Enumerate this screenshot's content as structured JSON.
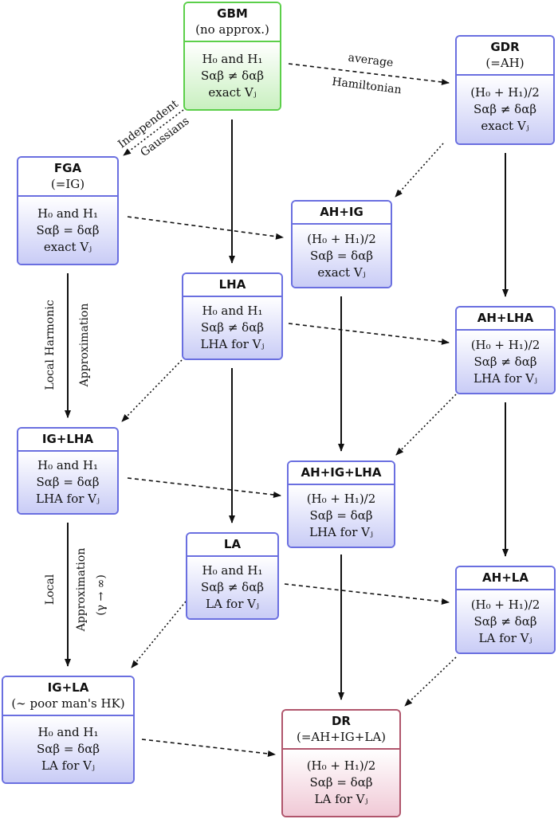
{
  "boxes": {
    "gbm": {
      "title": "GBM",
      "sub": "(no approx.)",
      "l1": "H₀ and H₁",
      "l2": "Sαβ ≠ δαβ",
      "l3": "exact Vⱼ"
    },
    "gdr": {
      "title": "GDR",
      "sub": "(=AH)",
      "l1": "(H₀ + H₁)/2",
      "l2": "Sαβ ≠ δαβ",
      "l3": "exact Vⱼ"
    },
    "fga": {
      "title": "FGA",
      "sub": "(=IG)",
      "l1": "H₀ and H₁",
      "l2": "Sαβ = δαβ",
      "l3": "exact Vⱼ"
    },
    "ahig": {
      "title": "AH+IG",
      "l1": "(H₀ + H₁)/2",
      "l2": "Sαβ = δαβ",
      "l3": "exact Vⱼ"
    },
    "lha": {
      "title": "LHA",
      "l1": "H₀ and H₁",
      "l2": "Sαβ ≠ δαβ",
      "l3": "LHA for Vⱼ"
    },
    "ahlha": {
      "title": "AH+LHA",
      "l1": "(H₀ + H₁)/2",
      "l2": "Sαβ ≠ δαβ",
      "l3": "LHA for Vⱼ"
    },
    "iglha": {
      "title": "IG+LHA",
      "l1": "H₀ and H₁",
      "l2": "Sαβ = δαβ",
      "l3": "LHA for Vⱼ"
    },
    "ahiglha": {
      "title": "AH+IG+LHA",
      "l1": "(H₀ + H₁)/2",
      "l2": "Sαβ = δαβ",
      "l3": "LHA for Vⱼ"
    },
    "la": {
      "title": "LA",
      "l1": "H₀ and H₁",
      "l2": "Sαβ ≠ δαβ",
      "l3": "LA for Vⱼ"
    },
    "ahla": {
      "title": "AH+LA",
      "l1": "(H₀ + H₁)/2",
      "l2": "Sαβ ≠ δαβ",
      "l3": "LA for Vⱼ"
    },
    "igla": {
      "title": "IG+LA",
      "sub": "(∼ poor man's HK)",
      "l1": "H₀ and H₁",
      "l2": "Sαβ = δαβ",
      "l3": "LA for Vⱼ"
    },
    "dr": {
      "title": "DR",
      "sub": "(=AH+IG+LA)",
      "l1": "(H₀ + H₁)/2",
      "l2": "Sαβ = δαβ",
      "l3": "LA for Vⱼ"
    }
  },
  "labels": {
    "average": "average",
    "hamiltonian": "Hamiltonian",
    "independent": "Independent",
    "gaussians": "Gaussians",
    "local_harmonic": "Local Harmonic",
    "approximation1": "Approximation",
    "local": "Local",
    "approximation2": "Approximation",
    "gamma": "(γ → ∞)"
  },
  "colors": {
    "green": "#5ccf4a",
    "blue": "#6a6fe0",
    "red": "#b0556c"
  }
}
